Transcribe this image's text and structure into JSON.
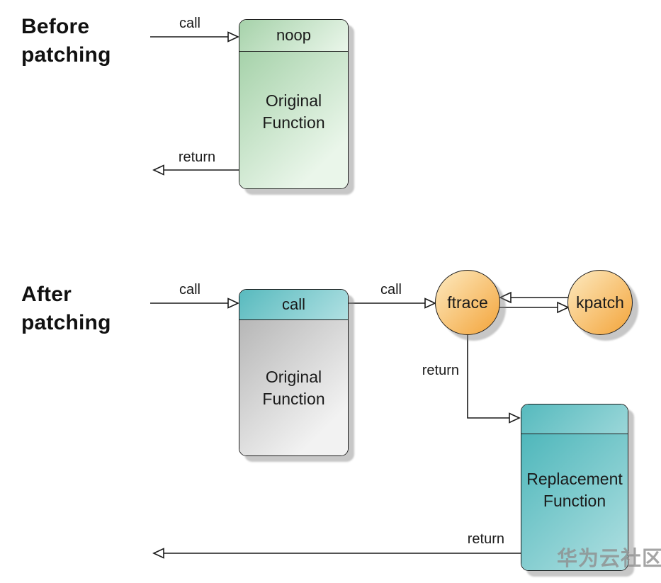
{
  "before": {
    "title": [
      "Before",
      "patching"
    ],
    "call_label": "call",
    "return_label": "return",
    "box": {
      "header": "noop",
      "body": [
        "Original",
        "Function"
      ]
    }
  },
  "after": {
    "title": [
      "After",
      "patching"
    ],
    "call_in_label": "call",
    "call_to_ftrace_label": "call",
    "return_from_ftrace_label": "return",
    "return_out_label": "return",
    "original_box": {
      "header": "call",
      "body": [
        "Original",
        "Function"
      ]
    },
    "ftrace_label": "ftrace",
    "kpatch_label": "kpatch",
    "replacement_box": {
      "body": [
        "Replacement",
        "Function"
      ]
    }
  },
  "watermark": "华为云社区",
  "colors": {
    "box_green_dark": "#a6d2aa",
    "box_green_light": "#eaf6ea",
    "box_teal_dark": "#58babe",
    "box_teal_light": "#b9e4e6",
    "box_teal2_dark": "#4fb7bb",
    "box_teal2_light": "#c4e8e9",
    "box_grey_dark": "#b7b7b7",
    "box_grey_light": "#f2f2f2",
    "circle_orange_light": "#fdeac0",
    "circle_orange_dark": "#f3a43a",
    "line_color": "#1a1a1a",
    "watermark_color": "#8f8f8f"
  }
}
